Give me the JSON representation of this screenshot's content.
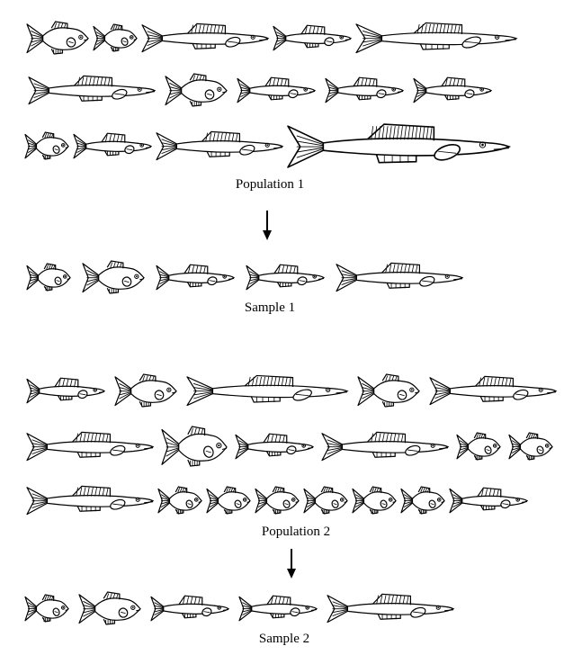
{
  "labels": {
    "population1": "Population 1",
    "sample1": "Sample 1",
    "population2": "Population 2",
    "sample2": "Sample 2"
  },
  "groups": {
    "population1": {
      "rows": [
        [
          "squat-medium",
          "squat-small",
          "long",
          "medium",
          "very-long"
        ],
        [
          "long",
          "squat-medium",
          "medium",
          "medium",
          "medium"
        ],
        [
          "squat-small",
          "medium",
          "long",
          "giant"
        ]
      ]
    },
    "sample1": {
      "rows": [
        [
          "squat-small",
          "squat-medium",
          "medium",
          "medium",
          "long"
        ]
      ]
    },
    "population2": {
      "rows": [
        [
          "medium",
          "squat-medium",
          "very-long",
          "squat-medium",
          "long"
        ],
        [
          "long",
          "squat-large",
          "medium",
          "long",
          "squat-small",
          "squat-small"
        ],
        [
          "long",
          "squat-small",
          "squat-small",
          "squat-small",
          "squat-small",
          "squat-small",
          "squat-small",
          "medium"
        ]
      ]
    },
    "sample2": {
      "rows": [
        [
          "squat-small",
          "squat-medium",
          "medium",
          "medium",
          "long"
        ]
      ]
    }
  },
  "colors": {
    "ink": "#000000",
    "paper": "#ffffff"
  }
}
